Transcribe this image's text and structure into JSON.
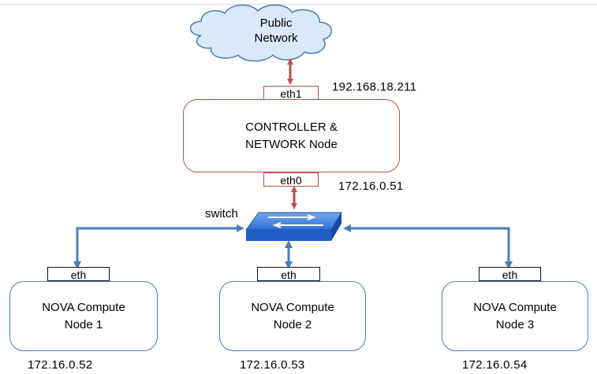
{
  "cloud": {
    "line1": "Public",
    "line2": "Network"
  },
  "controller": {
    "line1": "CONTROLLER &",
    "line2": "NETWORK Node",
    "eth_top": "eth1",
    "eth_bottom": "eth0",
    "ip_top": "192.168.18.211",
    "ip_bottom": "172.16.0.51"
  },
  "switch": {
    "label": "switch"
  },
  "compute_nodes": [
    {
      "eth": "eth",
      "line1": "NOVA Compute",
      "line2": "Node 1",
      "ip": "172.16.0.52"
    },
    {
      "eth": "eth",
      "line1": "NOVA Compute",
      "line2": "Node 2",
      "ip": "172.16.0.53"
    },
    {
      "eth": "eth",
      "line1": "NOVA Compute",
      "line2": "Node 3",
      "ip": "172.16.0.54"
    }
  ],
  "colors": {
    "red_link": "#c0504d",
    "blue_link": "#4a7ebb",
    "cloud_fill": "#dbe8f7",
    "cloud_stroke": "#4a7ebb",
    "switch_fill": "#2f6fd0"
  }
}
